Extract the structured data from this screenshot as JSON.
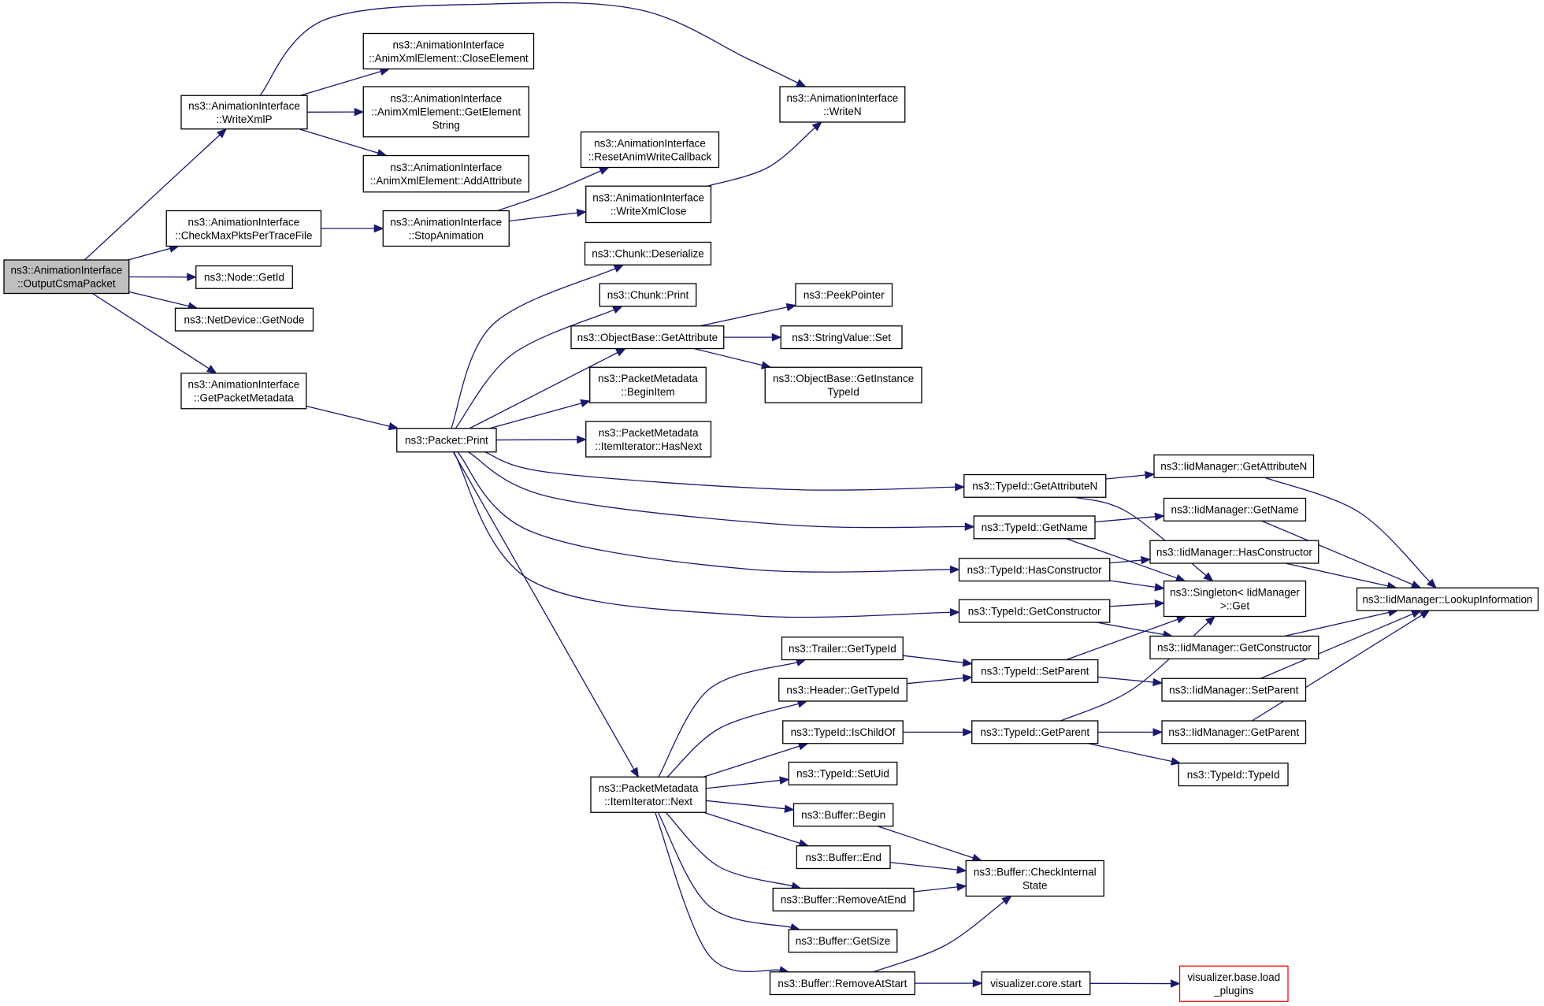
{
  "colors": {
    "edge": "#191970",
    "node_border": "#000000",
    "node_fill": "#ffffff",
    "root_fill": "#bfbfbf",
    "external_border": "#ff0000"
  },
  "nodes": [
    {
      "id": "outputCsma",
      "lines": [
        "ns3::AnimationInterface",
        "::OutputCsmaPacket"
      ],
      "root": true
    },
    {
      "id": "writeXmlP",
      "lines": [
        "ns3::AnimationInterface",
        "::WriteXmlP"
      ]
    },
    {
      "id": "closeElement",
      "lines": [
        "ns3::AnimationInterface",
        "::AnimXmlElement::CloseElement"
      ]
    },
    {
      "id": "getElementString",
      "lines": [
        "ns3::AnimationInterface",
        "::AnimXmlElement::GetElement",
        "String"
      ]
    },
    {
      "id": "addAttribute",
      "lines": [
        "ns3::AnimationInterface",
        "::AnimXmlElement::AddAttribute"
      ]
    },
    {
      "id": "writeN",
      "lines": [
        "ns3::AnimationInterface",
        "::WriteN"
      ]
    },
    {
      "id": "checkMaxPkts",
      "lines": [
        "ns3::AnimationInterface",
        "::CheckMaxPktsPerTraceFile"
      ]
    },
    {
      "id": "stopAnimation",
      "lines": [
        "ns3::AnimationInterface",
        "::StopAnimation"
      ]
    },
    {
      "id": "resetAnimWrite",
      "lines": [
        "ns3::AnimationInterface",
        "::ResetAnimWriteCallback"
      ]
    },
    {
      "id": "writeXmlClose",
      "lines": [
        "ns3::AnimationInterface",
        "::WriteXmlClose"
      ]
    },
    {
      "id": "nodeGetId",
      "lines": [
        "ns3::Node::GetId"
      ]
    },
    {
      "id": "netDeviceGetNode",
      "lines": [
        "ns3::NetDevice::GetNode"
      ]
    },
    {
      "id": "getPacketMetadata",
      "lines": [
        "ns3::AnimationInterface",
        "::GetPacketMetadata"
      ]
    },
    {
      "id": "packetPrint",
      "lines": [
        "ns3::Packet::Print"
      ]
    },
    {
      "id": "chunkDeserialize",
      "lines": [
        "ns3::Chunk::Deserialize"
      ]
    },
    {
      "id": "chunkPrint",
      "lines": [
        "ns3::Chunk::Print"
      ]
    },
    {
      "id": "objectBaseGetAttribute",
      "lines": [
        "ns3::ObjectBase::GetAttribute"
      ]
    },
    {
      "id": "peekPointer",
      "lines": [
        "ns3::PeekPointer"
      ]
    },
    {
      "id": "stringValueSet",
      "lines": [
        "ns3::StringValue::Set"
      ]
    },
    {
      "id": "getInstanceTypeId",
      "lines": [
        "ns3::ObjectBase::GetInstance",
        "TypeId"
      ]
    },
    {
      "id": "beginItem",
      "lines": [
        "ns3::PacketMetadata",
        "::BeginItem"
      ]
    },
    {
      "id": "itemIterHasNext",
      "lines": [
        "ns3::PacketMetadata",
        "::ItemIterator::HasNext"
      ]
    },
    {
      "id": "typeIdGetAttributeN",
      "lines": [
        "ns3::TypeId::GetAttributeN"
      ]
    },
    {
      "id": "iidGetAttributeN",
      "lines": [
        "ns3::IidManager::GetAttributeN"
      ]
    },
    {
      "id": "typeIdGetName",
      "lines": [
        "ns3::TypeId::GetName"
      ]
    },
    {
      "id": "iidGetName",
      "lines": [
        "ns3::IidManager::GetName"
      ]
    },
    {
      "id": "typeIdHasConstructor",
      "lines": [
        "ns3::TypeId::HasConstructor"
      ]
    },
    {
      "id": "iidHasConstructor",
      "lines": [
        "ns3::IidManager::HasConstructor"
      ]
    },
    {
      "id": "singletonGet",
      "lines": [
        "ns3::Singleton< IidManager",
        " >::Get"
      ]
    },
    {
      "id": "iidLookupInformation",
      "lines": [
        "ns3::IidManager::LookupInformation"
      ]
    },
    {
      "id": "typeIdGetConstructor",
      "lines": [
        "ns3::TypeId::GetConstructor"
      ]
    },
    {
      "id": "iidGetConstructor",
      "lines": [
        "ns3::IidManager::GetConstructor"
      ]
    },
    {
      "id": "trailerGetTypeId",
      "lines": [
        "ns3::Trailer::GetTypeId"
      ]
    },
    {
      "id": "headerGetTypeId",
      "lines": [
        "ns3::Header::GetTypeId"
      ]
    },
    {
      "id": "typeIdSetParent",
      "lines": [
        "ns3::TypeId::SetParent"
      ]
    },
    {
      "id": "iidSetParent",
      "lines": [
        "ns3::IidManager::SetParent"
      ]
    },
    {
      "id": "typeIdIsChildOf",
      "lines": [
        "ns3::TypeId::IsChildOf"
      ]
    },
    {
      "id": "typeIdGetParent",
      "lines": [
        "ns3::TypeId::GetParent"
      ]
    },
    {
      "id": "iidGetParent",
      "lines": [
        "ns3::IidManager::GetParent"
      ]
    },
    {
      "id": "typeIdTypeId",
      "lines": [
        "ns3::TypeId::TypeId"
      ]
    },
    {
      "id": "itemIterNext",
      "lines": [
        "ns3::PacketMetadata",
        "::ItemIterator::Next"
      ]
    },
    {
      "id": "typeIdSetUid",
      "lines": [
        "ns3::TypeId::SetUid"
      ]
    },
    {
      "id": "bufferBegin",
      "lines": [
        "ns3::Buffer::Begin"
      ]
    },
    {
      "id": "bufferEnd",
      "lines": [
        "ns3::Buffer::End"
      ]
    },
    {
      "id": "bufferCheckInternal",
      "lines": [
        "ns3::Buffer::CheckInternal",
        "State"
      ]
    },
    {
      "id": "bufferRemoveAtEnd",
      "lines": [
        "ns3::Buffer::RemoveAtEnd"
      ]
    },
    {
      "id": "bufferGetSize",
      "lines": [
        "ns3::Buffer::GetSize"
      ]
    },
    {
      "id": "bufferRemoveAtStart",
      "lines": [
        "ns3::Buffer::RemoveAtStart"
      ]
    },
    {
      "id": "visualizerCoreStart",
      "lines": [
        "visualizer.core.start"
      ]
    },
    {
      "id": "visualizerLoadPlugins",
      "lines": [
        "visualizer.base.load",
        "_plugins"
      ],
      "external": true
    }
  ]
}
